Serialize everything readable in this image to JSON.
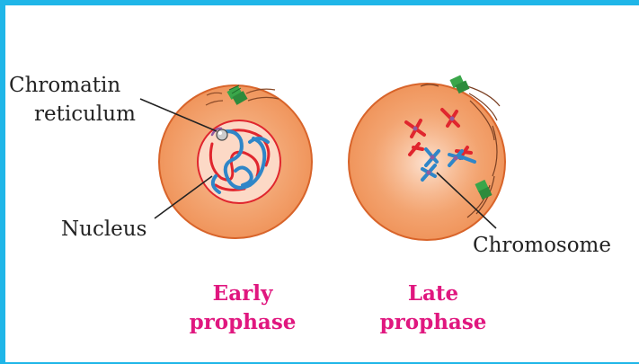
{
  "colors": {
    "frame": "#1fb6e8",
    "cell_fill": "#f3a06a",
    "cell_stroke": "#d8642a",
    "nucleus_fill": "#fcd9c6",
    "chromatin_red": "#e0262e",
    "chromatin_blue": "#2f86c8",
    "centriole": "#3aa64a",
    "caption": "#e0177f"
  },
  "labels": {
    "chromatin_line1": "Chromatin",
    "chromatin_line2": "reticulum",
    "nucleus": "Nucleus",
    "chromosome": "Chromosome"
  },
  "captions": {
    "early_line1": "Early",
    "early_line2": "prophase",
    "late_line1": "Late",
    "late_line2": "prophase"
  }
}
